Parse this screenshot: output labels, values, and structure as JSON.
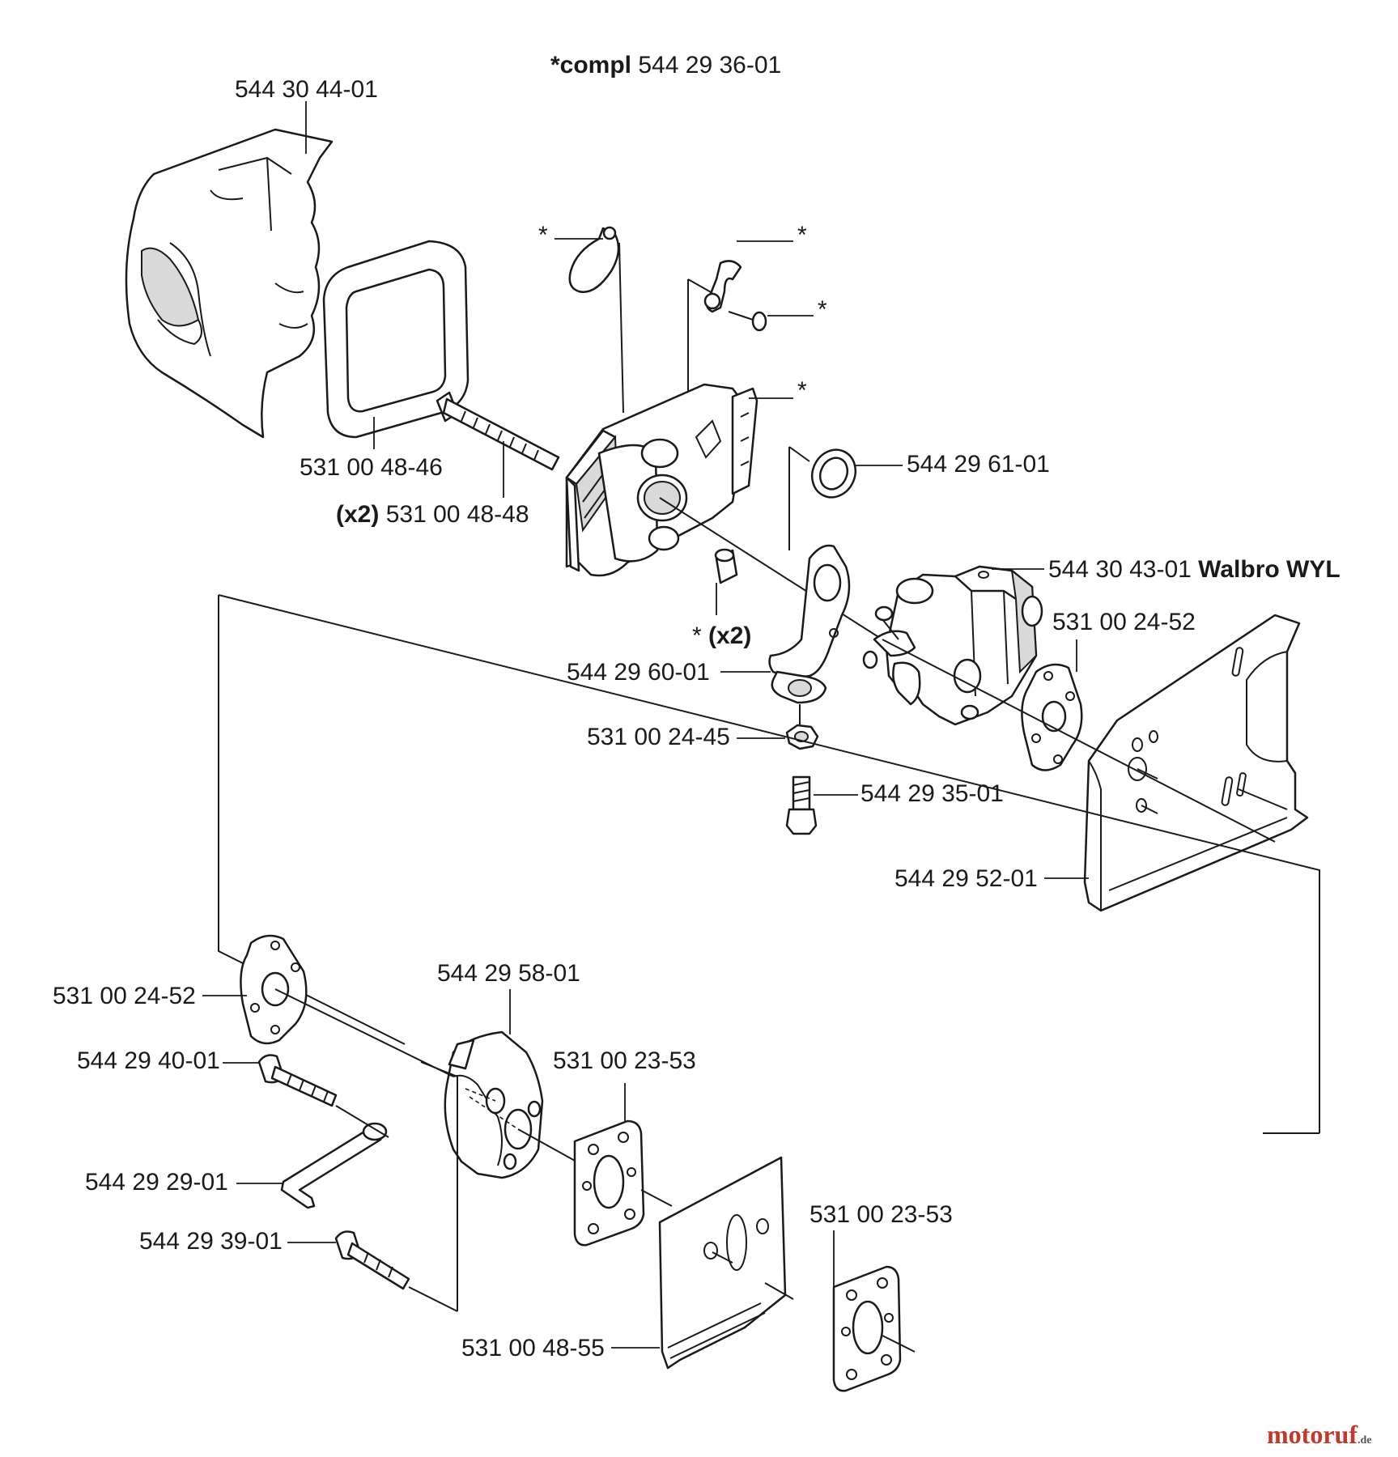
{
  "header": {
    "compl_prefix": "*compl",
    "compl_number": "544 29 36-01"
  },
  "labels": {
    "air_filter_cover": "544 30 44-01",
    "air_filter": "531 00 48-46",
    "screw_qty": "(x2)",
    "screw": "531 00 48-48",
    "choke_star": "*",
    "lever_star": "*",
    "lever_screw_star": "*",
    "filter_holder_star": "*",
    "o_ring": "544 29 61-01",
    "carburettor_number": "544 30 43-01",
    "carburettor_model": "Walbro WYL",
    "gasket_upper": "531 00 24-52",
    "spacer_star": "*",
    "spacer_qty": "(x2)",
    "bracket": "544 29 60-01",
    "nut": "531 00 24-45",
    "nipple": "544 29 35-01",
    "heat_shield_plate": "544 29 52-01",
    "gasket_lower_left": "531 00 24-52",
    "intake_adapter": "544 29 58-01",
    "bolt_upper": "544 29 40-01",
    "gasket_mid": "531 00 23-53",
    "throttle_link": "544 29 29-01",
    "bolt_lower": "544 29 39-01",
    "gasket_lower_right": "531 00 23-53",
    "heat_shield_lower": "531 00 48-55"
  },
  "watermark": {
    "text": "motoruf",
    "suffix": ".de"
  }
}
